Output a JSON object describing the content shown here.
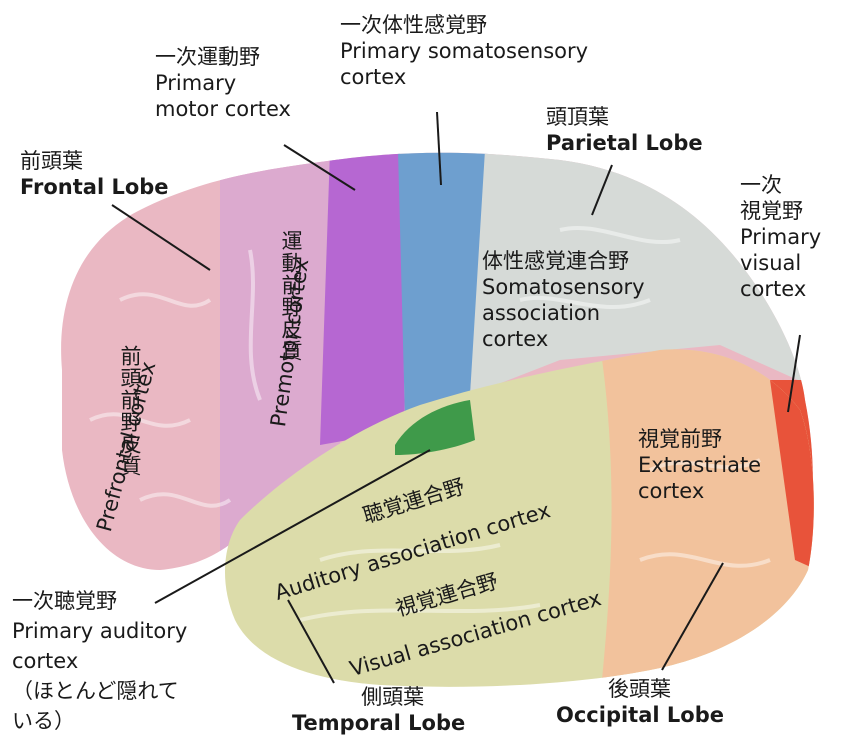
{
  "labels": {
    "primary_motor": {
      "ja": "一次運動野",
      "en1": "Primary",
      "en2": "motor cortex"
    },
    "primary_somato": {
      "ja": "一次体性感覚野",
      "en1": "Primary somatosensory",
      "en2": "cortex"
    },
    "parietal": {
      "ja": "頭頂葉",
      "en": "Parietal Lobe"
    },
    "frontal": {
      "ja": "前頭葉",
      "en": "Frontal Lobe"
    },
    "primary_visual": {
      "ja1": "一次",
      "ja2": "視覚野",
      "en1": "Primary",
      "en2": "visual",
      "en3": "cortex"
    },
    "somato_assoc": {
      "ja": "体性感覚連合野",
      "en1": "Somatosensory",
      "en2": "association",
      "en3": "cortex"
    },
    "prefrontal": {
      "en": "Prefrontal cortex",
      "ja": "前頭前野皮質"
    },
    "premotor": {
      "en": "Premotor cortex",
      "ja": "運動前野皮質"
    },
    "auditory_assoc": {
      "ja": "聴覚連合野",
      "en": "Auditory association cortex"
    },
    "visual_assoc": {
      "ja": "視覚連合野",
      "en": "Visual association cortex"
    },
    "extrastriate": {
      "ja": "視覚前野",
      "en1": "Extrastriate",
      "en2": "cortex"
    },
    "primary_auditory": {
      "ja": "一次聴覚野",
      "en1": "Primary auditory",
      "en2": "cortex",
      "note1": "（ほとんど隠れて",
      "note2": "いる）"
    },
    "temporal": {
      "ja": "側頭葉",
      "en": "Temporal Lobe"
    },
    "occipital": {
      "ja": "後頭葉",
      "en": "Occipital Lobe"
    }
  },
  "colors": {
    "frontal": "#eab8c3",
    "premotor": "#dcaacf",
    "motor": "#b667d2",
    "somatosensory": "#6e9fcf",
    "somato_assoc": "#d6dad7",
    "temporal": "#dcdcaa",
    "occipital": "#f2c29c",
    "visual": "#e8533a",
    "auditory": "#3f9a4a"
  }
}
